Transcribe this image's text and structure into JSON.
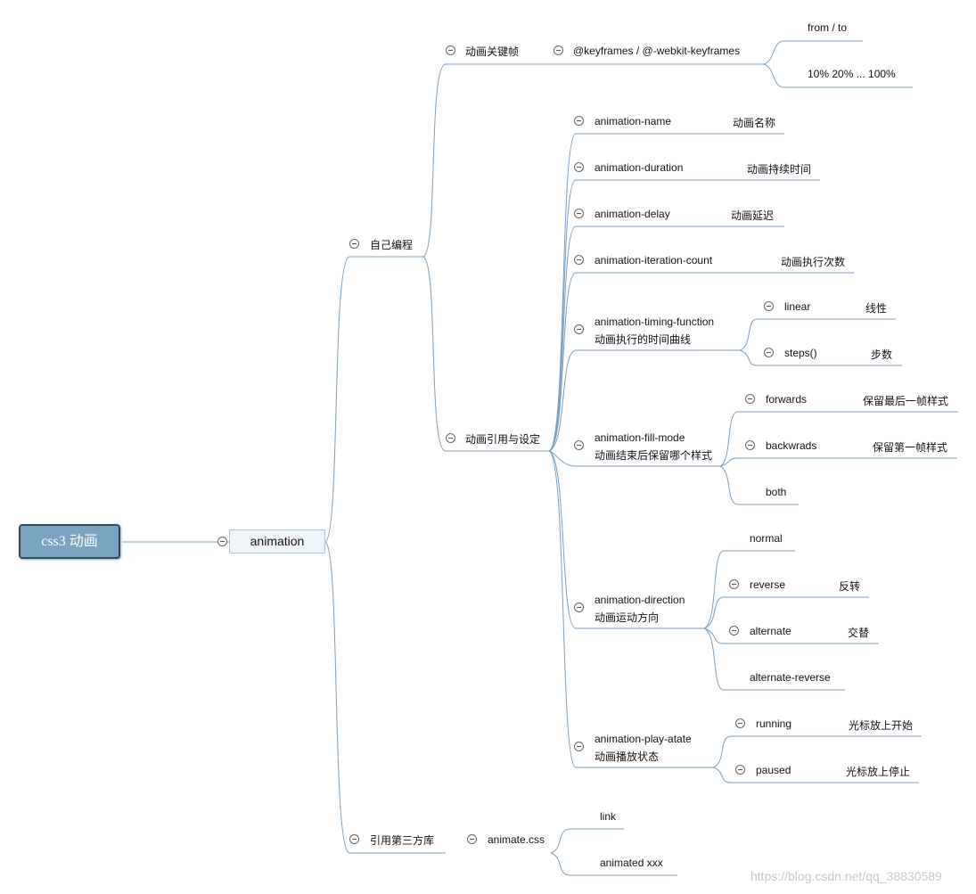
{
  "root": "css3 动画",
  "main": "animation",
  "nodes": {
    "zijibiancheng": "自己编程",
    "guanjianzhen": "动画关键帧",
    "keyframes": "@keyframes / @-webkit-keyframes",
    "fromto": "from / to",
    "percent": "10% 20% ... 100%",
    "yinyong": "动画引用与设定",
    "name": "animation-name",
    "name_d": "动画名称",
    "duration": "animation-duration",
    "duration_d": "动画持续时间",
    "delay": "animation-delay",
    "delay_d": "动画延迟",
    "iter": "animation-iteration-count",
    "iter_d": "动画执行次数",
    "timing": "animation-timing-function",
    "timing_2": "动画执行的时间曲线",
    "linear": "linear",
    "linear_d": "线性",
    "steps": "steps()",
    "steps_d": "步数",
    "fill": "animation-fill-mode",
    "fill_2": "动画结束后保留哪个样式",
    "forwards": "forwards",
    "forwards_d": "保留最后一帧样式",
    "backwards": "backwrads",
    "backwards_d": "保留第一帧样式",
    "both": "both",
    "direction": "animation-direction",
    "direction_2": "动画运动方向",
    "normal": "normal",
    "reverse": "reverse",
    "reverse_d": "反转",
    "alternate": "alternate",
    "alternate_d": "交替",
    "altrev": "alternate-reverse",
    "play": "animation-play-atate",
    "play_2": "动画播放状态",
    "running": "running",
    "running_d": "光标放上开始",
    "paused": "paused",
    "paused_d": "光标放上停止",
    "disanfang": "引用第三方库",
    "animatecss": "animate.css",
    "link": "link",
    "animated": "animated xxx"
  },
  "watermark": "https://blog.csdn.net/qq_38830589",
  "colors": {
    "line": "#7b9fbd",
    "root_fill": "#7aa3c1",
    "root_border": "#3b4a57",
    "main_fill": "#eef4f8"
  }
}
